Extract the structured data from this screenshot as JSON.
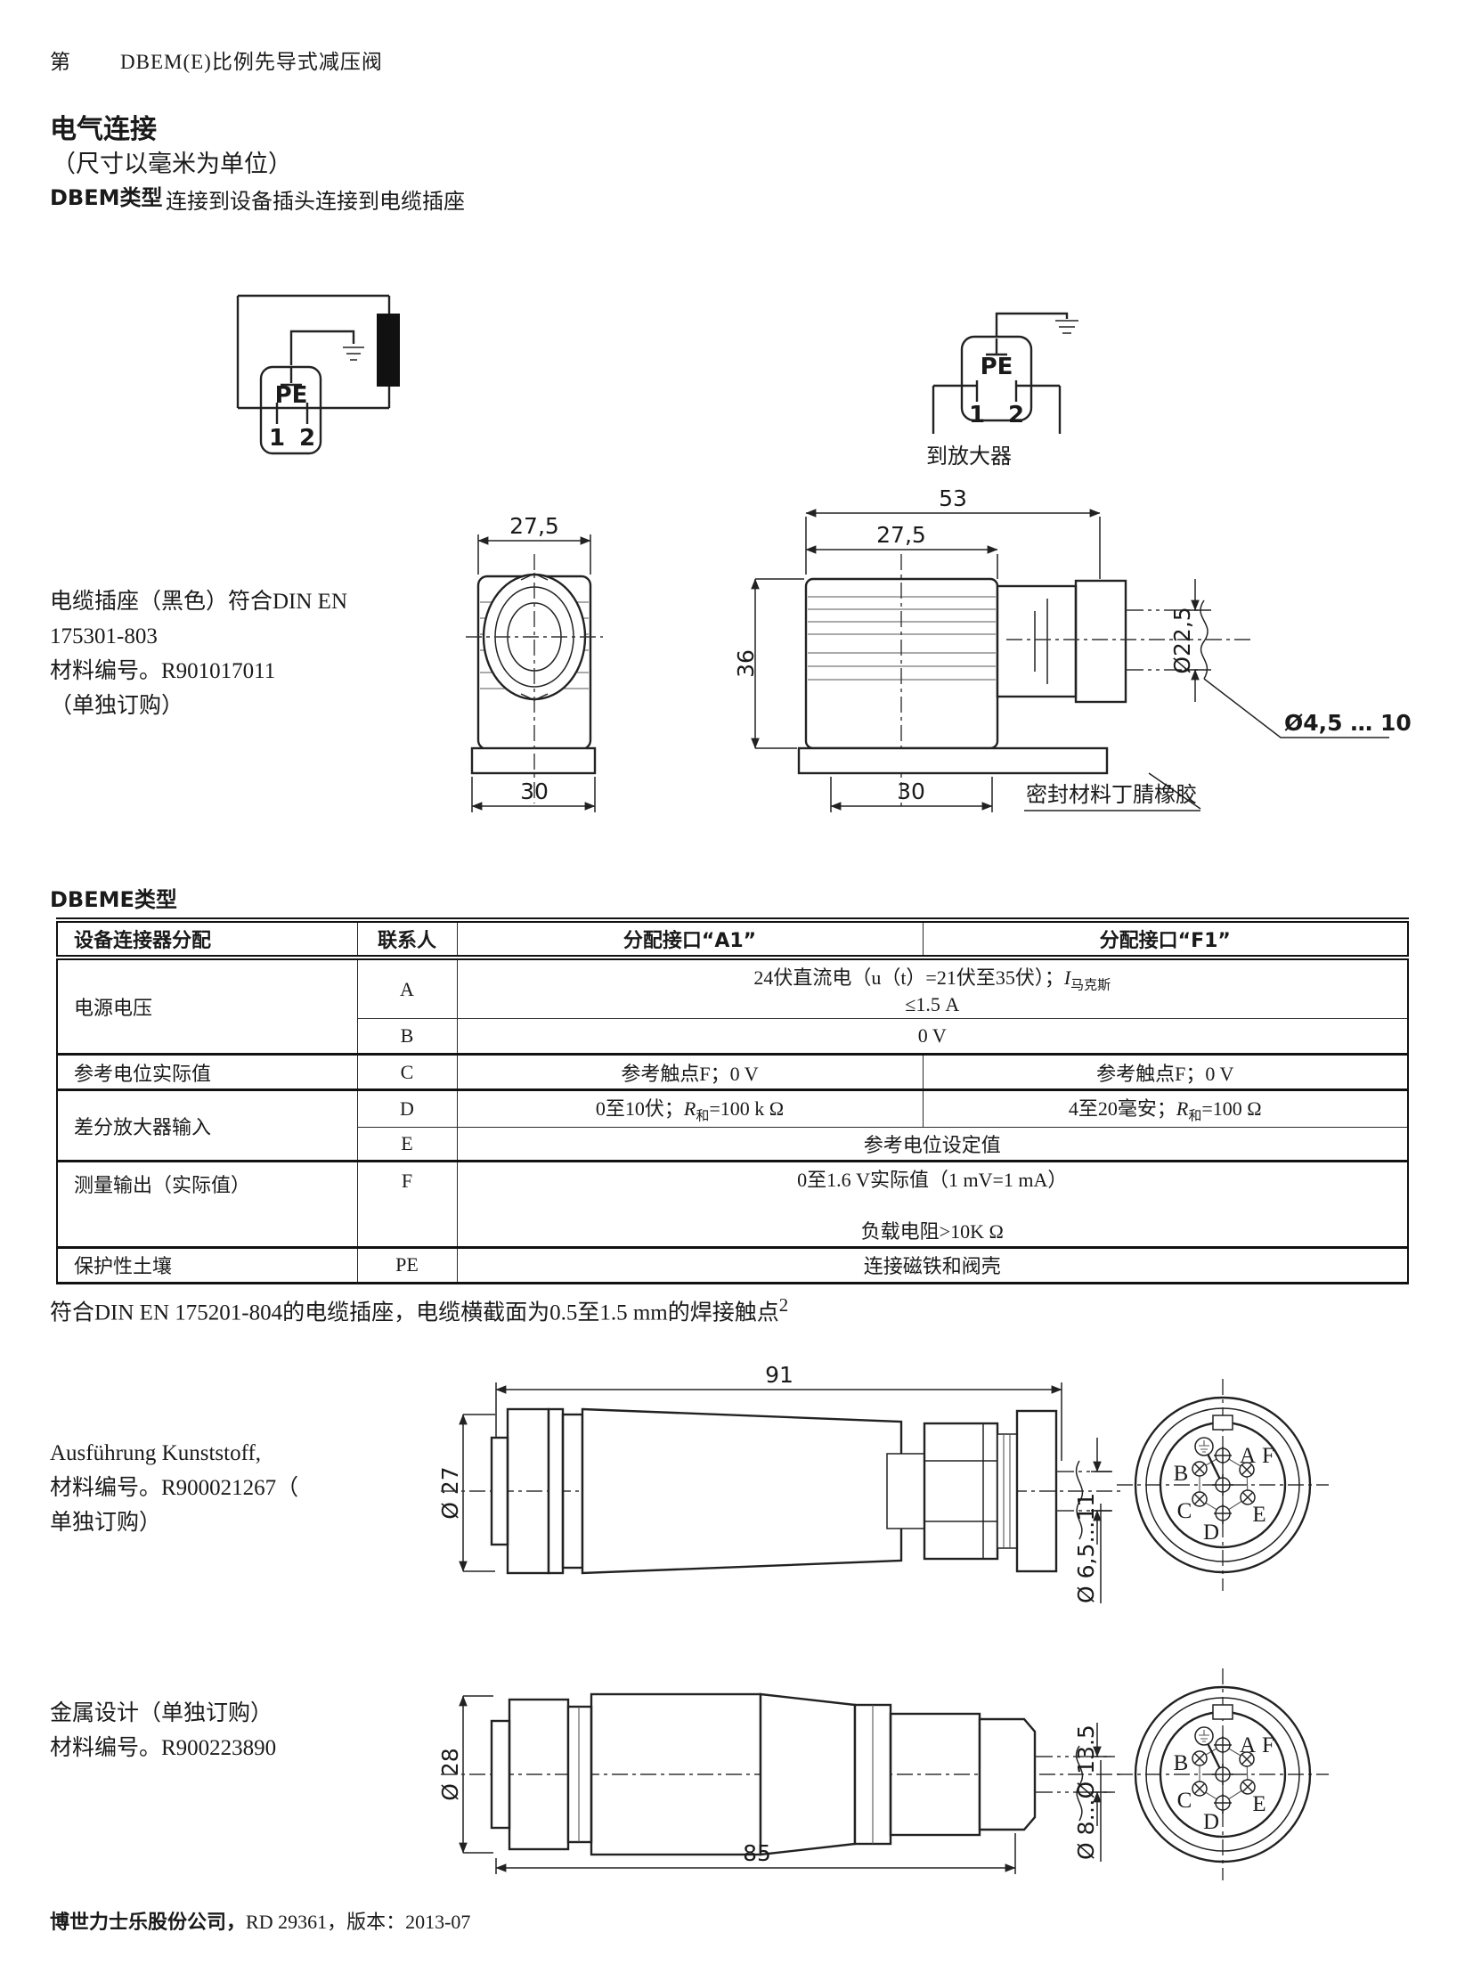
{
  "page": {
    "header_left": "第",
    "header_title": "DBEM(E)比例先导式减压阀",
    "footer_company": "博世力士乐股份公司，",
    "footer_doc": "RD 29361，版本：2013-07"
  },
  "section": {
    "title": "电气连接",
    "subtitle": "（尺寸以毫米为单位）",
    "dbem_label": "DBEM类型",
    "dbeme_label": "DBEME类型",
    "socket_note": "符合DIN EN 175201-804的电缆插座，电缆横截面为0.5至1.5 mm的焊接触点",
    "socket_note_sup": "2"
  },
  "wiring": {
    "caption": "连接到设备插头连接到电缆插座",
    "pe": "PE",
    "pin1": "1",
    "pin2": "2",
    "to_amplifier": "到放大器"
  },
  "cable_socket_text": {
    "line1": "电缆插座（黑色）符合DIN EN",
    "line2": "175301-803",
    "line3": "材料编号。R901017011",
    "line4": "（单独订购）"
  },
  "drawing1": {
    "dim_w_front": "27,5",
    "dim_base_front": "30",
    "dim_len": "53",
    "dim_w_side": "27,5",
    "dim_h": "36",
    "dim_base_side": "30",
    "dim_cable_dia": "Ø22,5",
    "dim_wire_dia": "Ø4,5 … 10",
    "seal_label": "密封材料丁腈橡胶"
  },
  "table": {
    "h_col1": "设备连接器分配",
    "h_col2": "联系人",
    "h_col3": "分配接口“A1”",
    "h_col4": "分配接口“F1”",
    "r1_label": "电源电压",
    "r1a_contact": "A",
    "r1a_val_pre": "24伏直流电（u（t）=21伏至35伏）；",
    "r1a_val_sym": "I",
    "r1a_val_sub": "马克斯",
    "r1a_val_line2": "≤1.5 A",
    "r1b_contact": "B",
    "r1b_val": "0 V",
    "r2_label": "参考电位实际值",
    "r2_contact": "C",
    "r2_a1": "参考触点F；0 V",
    "r2_f1": "参考触点F；0 V",
    "r3_label": "差分放大器输入",
    "r3d_contact": "D",
    "r3d_a1_pre": "0至10伏；",
    "r3d_a1_sym": "R",
    "r3d_a1_sub": "和",
    "r3d_a1_post": "=100 k Ω",
    "r3d_f1_pre": "4至20毫安；",
    "r3d_f1_sym": "R",
    "r3d_f1_sub": "和",
    "r3d_f1_post": "=100 Ω",
    "r3e_contact": "E",
    "r3e_val": "参考电位设定值",
    "r4_label": "测量输出（实际值）",
    "r4_contact": "F",
    "r4_line1": "0至1.6 V实际值（1 mV=1 mA）",
    "r4_line2": "负载电阻>10K Ω",
    "r5_label": "保护性土壤",
    "r5_contact": "PE",
    "r5_val": "连接磁铁和阀壳"
  },
  "plastic": {
    "text_line1": "Ausführung Kunststoff,",
    "text_line2": "材料编号。R900021267（",
    "text_line3": "单独订购）",
    "dim_len": "91",
    "dim_dia": "Ø 27",
    "dim_cable": "Ø 6,5…11"
  },
  "metal": {
    "text_line1": "金属设计（单独订购）",
    "text_line2": "材料编号。R900223890",
    "dim_len": "85",
    "dim_dia": "Ø 28",
    "dim_cable": "Ø 8…Ø 13.5"
  },
  "pinout": {
    "a": "A",
    "b": "B",
    "c": "C",
    "d": "D",
    "e": "E",
    "f": "F"
  }
}
